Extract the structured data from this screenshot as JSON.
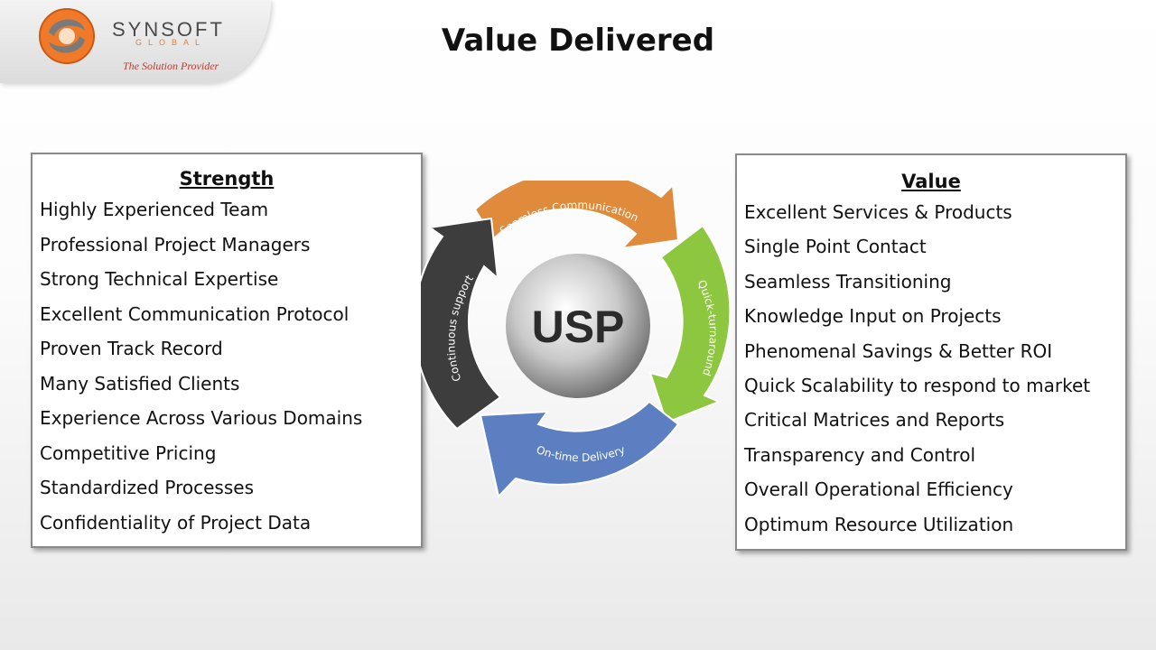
{
  "header": {
    "logo_name": "SYNSOFT",
    "logo_sub": "GLOBAL",
    "logo_tagline": "The Solution Provider",
    "title": "Value Delivered"
  },
  "strength": {
    "title": "Strength",
    "items": [
      "Highly Experienced Team",
      "Professional Project Managers",
      "Strong Technical Expertise",
      "Excellent Communication Protocol",
      "Proven Track Record",
      "Many Satisfied Clients",
      "Experience Across Various Domains",
      "Competitive Pricing",
      "Standardized Processes",
      "Confidentiality of Project Data"
    ]
  },
  "value": {
    "title": "Value",
    "items": [
      "Excellent Services & Products",
      "Single Point Contact",
      "Seamless Transitioning",
      "Knowledge Input on Projects",
      "Phenomenal Savings & Better ROI",
      "Quick Scalability to respond to market",
      "Critical Matrices and Reports",
      "Transparency and Control",
      "Overall Operational Efficiency",
      "Optimum Resource Utilization"
    ]
  },
  "usp": {
    "center_label": "USP",
    "arrows": [
      {
        "label": "Seamless Communication",
        "color": "#e08a3c"
      },
      {
        "label": "Quick-turnaround",
        "color": "#8dc63f"
      },
      {
        "label": "On-time Delivery",
        "color": "#5b7fc0"
      },
      {
        "label": "Continuous support",
        "color": "#3d3d3d"
      }
    ]
  },
  "colors": {
    "logo_orange": "#f07a2a",
    "tagline_red": "#c0392b"
  }
}
